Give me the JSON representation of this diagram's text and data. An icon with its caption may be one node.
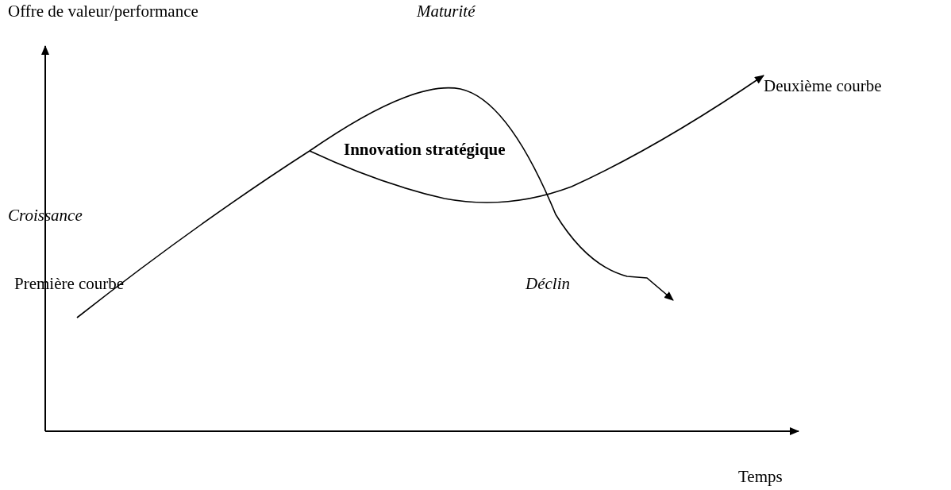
{
  "diagram": {
    "labels": [
      "Offre de valeur/performance",
      "Maturité",
      "Deuxième courbe",
      "Innovation stratégique",
      "Croissance",
      "Première courbe",
      "Déclin",
      "Temps"
    ]
  }
}
